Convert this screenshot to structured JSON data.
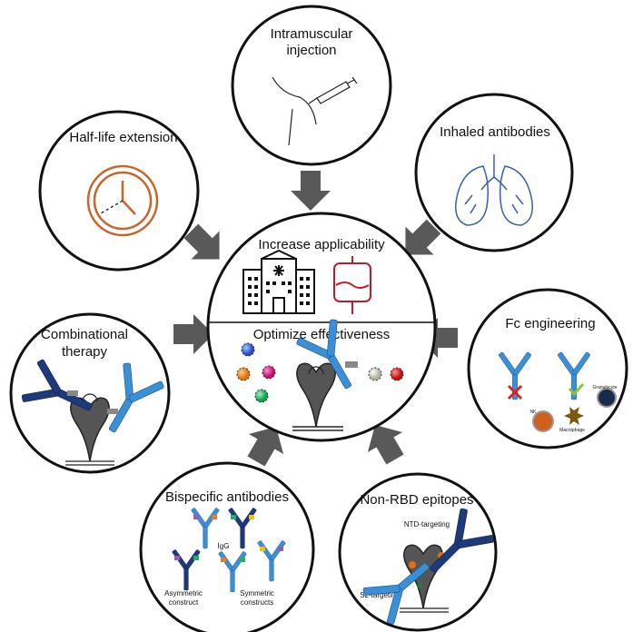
{
  "center": {
    "top_title": "Increase applicability",
    "bottom_title": "Optimize effectiveness"
  },
  "nodes": {
    "intramuscular": {
      "line1": "Intramuscular",
      "line2": "injection"
    },
    "inhaled": {
      "title": "Inhaled antibodies"
    },
    "halflife": {
      "title": "Half-life extension"
    },
    "fc": {
      "title": "Fc engineering",
      "granulocyte": "Granulocyte",
      "nk": "NK",
      "macrophage": "Macrophage"
    },
    "combinational": {
      "line1": "Combinational",
      "line2": "therapy"
    },
    "bispecific": {
      "title": "Bispecific antibodies",
      "igg": "IgG",
      "asym1": "Asymmetric",
      "asym2": "construct",
      "sym1": "Symmetric",
      "sym2": "constructs"
    },
    "nonrbd": {
      "title": "Non-RBD epitopes",
      "ntd": "NTD-targeting",
      "s2": "S2-targeting"
    }
  },
  "colors": {
    "arrow": "#595959",
    "antibody_blue": "#3b8fd6",
    "antibody_dark": "#1f3a7a",
    "clock": "#c8652a",
    "lung": "#3a5fa8",
    "bag": "#b8202a",
    "check": "#8ac43a",
    "cross": "#e02020"
  }
}
